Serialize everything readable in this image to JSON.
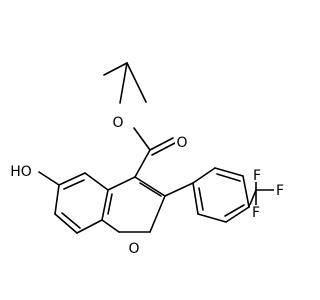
{
  "molecule": {
    "atoms": {
      "ester_o": "O",
      "carbonyl_o": "O",
      "hydroxyl": "HO",
      "furan_o": "O",
      "f_top": "F",
      "f_right": "F",
      "f_bottom": "F"
    }
  }
}
